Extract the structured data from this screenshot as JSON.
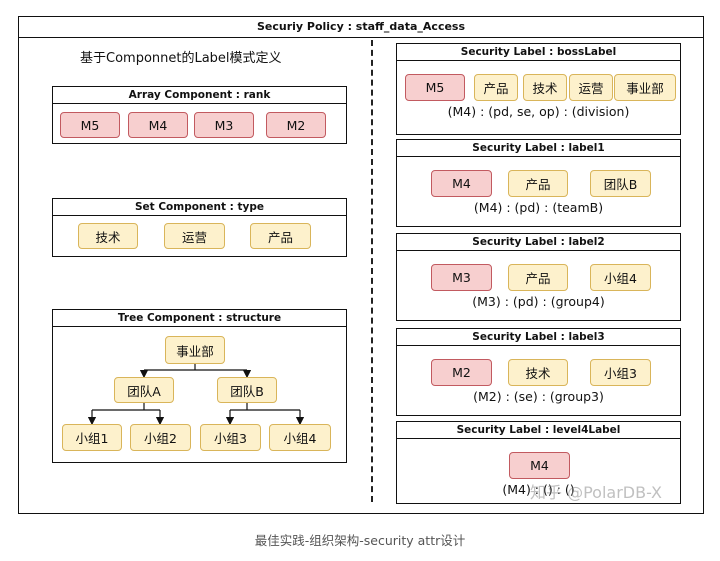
{
  "title": "Securiy Policy : staff_data_Access",
  "section_heading": "基于Componnet的Label模式定义",
  "array_component": {
    "title": "Array Component : rank",
    "items": [
      "M5",
      "M4",
      "M3",
      "M2"
    ]
  },
  "set_component": {
    "title": "Set Component : type",
    "items": [
      "技术",
      "运营",
      "产品"
    ]
  },
  "tree_component": {
    "title": "Tree Component : structure",
    "root": "事业部",
    "level1": [
      "团队A",
      "团队B"
    ],
    "level2": [
      "小组1",
      "小组2",
      "小组3",
      "小组4"
    ]
  },
  "labels": [
    {
      "title": "Security Label : bossLabel",
      "chips": [
        {
          "text": "M5",
          "color": "pink"
        },
        {
          "text": "产品",
          "color": "yellow"
        },
        {
          "text": "技术",
          "color": "yellow"
        },
        {
          "text": "运营",
          "color": "yellow"
        },
        {
          "text": "事业部",
          "color": "yellow"
        }
      ],
      "caption": "(M4) : (pd, se, op) : (division)"
    },
    {
      "title": "Security Label : label1",
      "chips": [
        {
          "text": "M4",
          "color": "pink"
        },
        {
          "text": "产品",
          "color": "yellow"
        },
        {
          "text": "团队B",
          "color": "yellow"
        }
      ],
      "caption": "(M4) : (pd) : (teamB)"
    },
    {
      "title": "Security Label : label2",
      "chips": [
        {
          "text": "M3",
          "color": "pink"
        },
        {
          "text": "产品",
          "color": "yellow"
        },
        {
          "text": "小组4",
          "color": "yellow"
        }
      ],
      "caption": "(M3) : (pd) : (group4)"
    },
    {
      "title": "Security Label : label3",
      "chips": [
        {
          "text": "M2",
          "color": "pink"
        },
        {
          "text": "技术",
          "color": "yellow"
        },
        {
          "text": "小组3",
          "color": "yellow"
        }
      ],
      "caption": "(M2) : (se) : (group3)"
    },
    {
      "title": "Security Label : level4Label",
      "chips": [
        {
          "text": "M4",
          "color": "pink"
        }
      ],
      "caption": "(M4) : () : ()"
    }
  ],
  "colors": {
    "pink_fill": "#f7cfcf",
    "pink_border": "#c25a60",
    "yellow_fill": "#fdf1cc",
    "yellow_border": "#d9b55a"
  },
  "watermark": "知乎 @PolarDB-X",
  "footer": "最佳实践-组织架构-security attr设计"
}
